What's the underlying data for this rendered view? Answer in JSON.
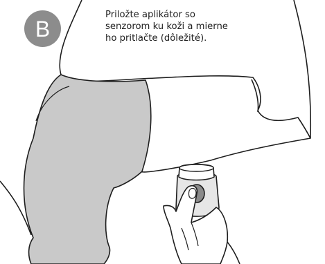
{
  "step": {
    "letter": "B",
    "instruction": "Priložte aplikátor so\nsenzorom ku koži a mierne\nho pritlačte (dôležité)."
  },
  "colors": {
    "badge": "#8c8c8c",
    "sleeve": "#c9c9c9",
    "applicator": "#e6e6e6",
    "button": "#8a8a8a",
    "outline": "#1e1e1e",
    "background": "#ffffff"
  },
  "icons": {
    "figure": "arm-with-sensor-applicator-illustration"
  }
}
